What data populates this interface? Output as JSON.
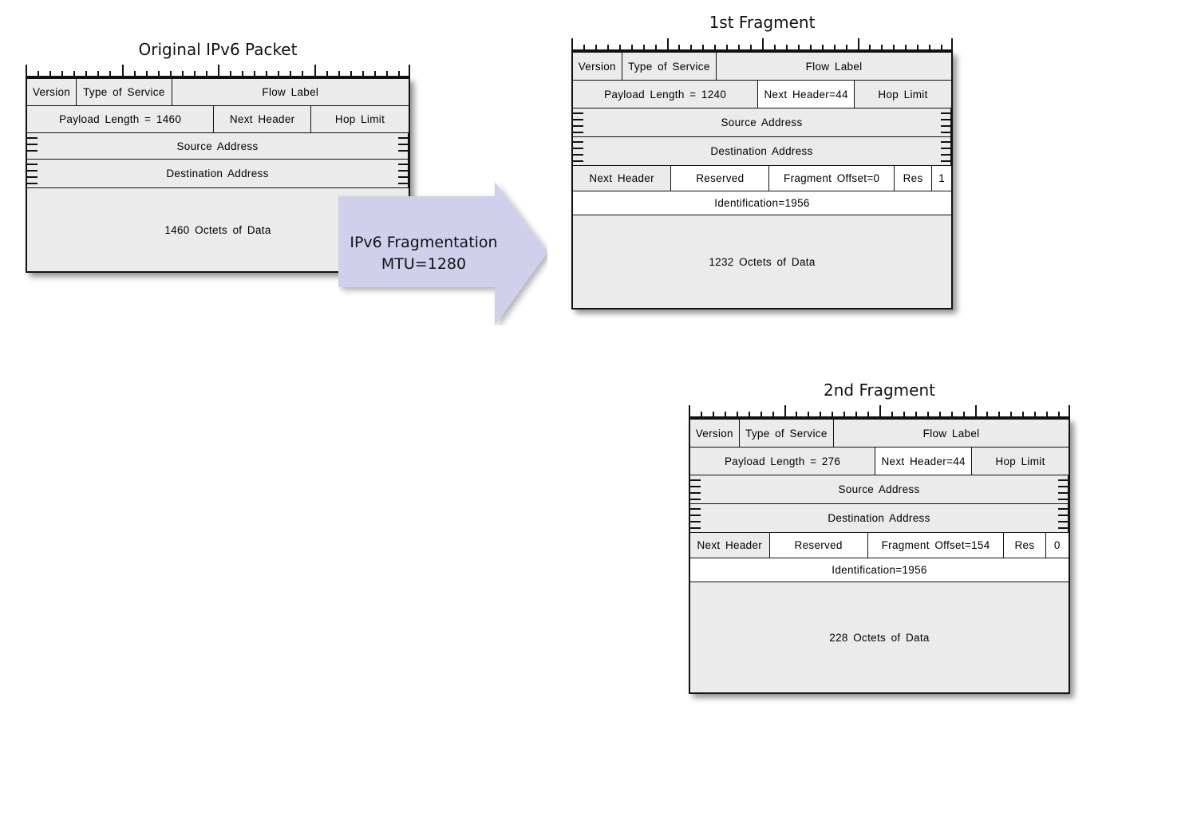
{
  "meta": {
    "diagram_title": "IPv6 Fragmentation",
    "colors": {
      "field_fill": "#ebebeb",
      "highlight_fill": "#ffffff",
      "border": "#111111",
      "arrow_fill": "#d0d0ec",
      "background": "#ffffff"
    }
  },
  "ruler": {
    "tick_count": 33,
    "major_every": 8
  },
  "arrow": {
    "name": "ipv6-fragmentation-arrow",
    "label_line1": "IPv6 Fragmentation",
    "label_line2": "MTU=1280",
    "label": "IPv6 Fragmentation\nMTU=1280"
  },
  "packets": [
    {
      "id": "original",
      "title": "Original IPv6 Packet",
      "rows": [
        {
          "name": "base-header-word-1",
          "height": 34,
          "cells": [
            {
              "label": "Version",
              "width": 13.0,
              "highlight": false
            },
            {
              "label": "Type of Service",
              "width": 25.0,
              "highlight": false
            },
            {
              "label": "Flow Label",
              "width": 62.0,
              "highlight": false
            }
          ]
        },
        {
          "name": "base-header-word-2",
          "height": 34,
          "cells": [
            {
              "label": "Payload Length = 1460",
              "width": 49.0,
              "highlight": false
            },
            {
              "label": "Next Header",
              "width": 25.5,
              "highlight": false
            },
            {
              "label": "Hop Limit",
              "width": 25.5,
              "highlight": false
            }
          ]
        },
        {
          "name": "source-address",
          "height": 33,
          "address": true,
          "cells": [
            {
              "label": "Source Address",
              "width": 100,
              "highlight": false
            }
          ]
        },
        {
          "name": "destination-address",
          "height": 36,
          "address": true,
          "cells": [
            {
              "label": "Destination Address",
              "width": 100,
              "highlight": false
            }
          ]
        },
        {
          "name": "payload-data",
          "height": 104,
          "cells": [
            {
              "label": "1460 Octets of Data",
              "width": 100,
              "highlight": false
            }
          ]
        }
      ]
    },
    {
      "id": "fragment-1",
      "title": "1st Fragment",
      "rows": [
        {
          "name": "base-header-word-1",
          "height": 35,
          "cells": [
            {
              "label": "Version",
              "width": 13.0,
              "highlight": false
            },
            {
              "label": "Type of Service",
              "width": 25.0,
              "highlight": false
            },
            {
              "label": "Flow Label",
              "width": 62.0,
              "highlight": false
            }
          ]
        },
        {
          "name": "base-header-word-2",
          "height": 35,
          "cells": [
            {
              "label": "Payload Length = 1240",
              "width": 49.0,
              "highlight": false
            },
            {
              "label": "Next Header=44",
              "width": 25.5,
              "highlight": true
            },
            {
              "label": "Hop Limit",
              "width": 25.5,
              "highlight": false
            }
          ]
        },
        {
          "name": "source-address",
          "height": 36,
          "address": true,
          "cells": [
            {
              "label": "Source Address",
              "width": 100,
              "highlight": false
            }
          ]
        },
        {
          "name": "destination-address",
          "height": 36,
          "address": true,
          "cells": [
            {
              "label": "Destination Address",
              "width": 100,
              "highlight": false
            }
          ]
        },
        {
          "name": "fragment-header-word-1",
          "height": 32,
          "cells": [
            {
              "label": "Next Header",
              "width": 26.0,
              "highlight": false
            },
            {
              "label": "Reserved",
              "width": 26.0,
              "highlight": true
            },
            {
              "label": "Fragment Offset=0",
              "width": 33.0,
              "highlight": true
            },
            {
              "label": "Res",
              "width": 10.0,
              "highlight": true
            },
            {
              "label": "1",
              "width": 5.0,
              "highlight": true
            }
          ]
        },
        {
          "name": "fragment-header-identification",
          "height": 30,
          "cells": [
            {
              "label": "Identification=1956",
              "width": 100,
              "highlight": true
            }
          ]
        },
        {
          "name": "payload-data",
          "height": 116,
          "cells": [
            {
              "label": "1232 Octets of Data",
              "width": 100,
              "highlight": false
            }
          ]
        }
      ]
    },
    {
      "id": "fragment-2",
      "title": "2nd Fragment",
      "rows": [
        {
          "name": "base-header-word-1",
          "height": 35,
          "cells": [
            {
              "label": "Version",
              "width": 13.0,
              "highlight": false
            },
            {
              "label": "Type of Service",
              "width": 25.0,
              "highlight": false
            },
            {
              "label": "Flow Label",
              "width": 62.0,
              "highlight": false
            }
          ]
        },
        {
          "name": "base-header-word-2",
          "height": 35,
          "cells": [
            {
              "label": "Payload Length = 276",
              "width": 49.0,
              "highlight": false
            },
            {
              "label": "Next Header=44",
              "width": 25.5,
              "highlight": true
            },
            {
              "label": "Hop Limit",
              "width": 25.5,
              "highlight": false
            }
          ]
        },
        {
          "name": "source-address",
          "height": 36,
          "address": true,
          "cells": [
            {
              "label": "Source Address",
              "width": 100,
              "highlight": false
            }
          ]
        },
        {
          "name": "destination-address",
          "height": 36,
          "address": true,
          "cells": [
            {
              "label": "Destination Address",
              "width": 100,
              "highlight": false
            }
          ]
        },
        {
          "name": "fragment-header-word-1",
          "height": 32,
          "cells": [
            {
              "label": "Next Header",
              "width": 21.0,
              "highlight": false
            },
            {
              "label": "Reserved",
              "width": 26.0,
              "highlight": true
            },
            {
              "label": "Fragment Offset=154",
              "width": 36.0,
              "highlight": true
            },
            {
              "label": "Res",
              "width": 11.0,
              "highlight": true
            },
            {
              "label": "0",
              "width": 6.0,
              "highlight": true
            }
          ]
        },
        {
          "name": "fragment-header-identification",
          "height": 30,
          "cells": [
            {
              "label": "Identification=1956",
              "width": 100,
              "highlight": true
            }
          ]
        },
        {
          "name": "payload-data",
          "height": 138,
          "cells": [
            {
              "label": "228 Octets of Data",
              "width": 100,
              "highlight": false
            }
          ]
        }
      ]
    }
  ]
}
